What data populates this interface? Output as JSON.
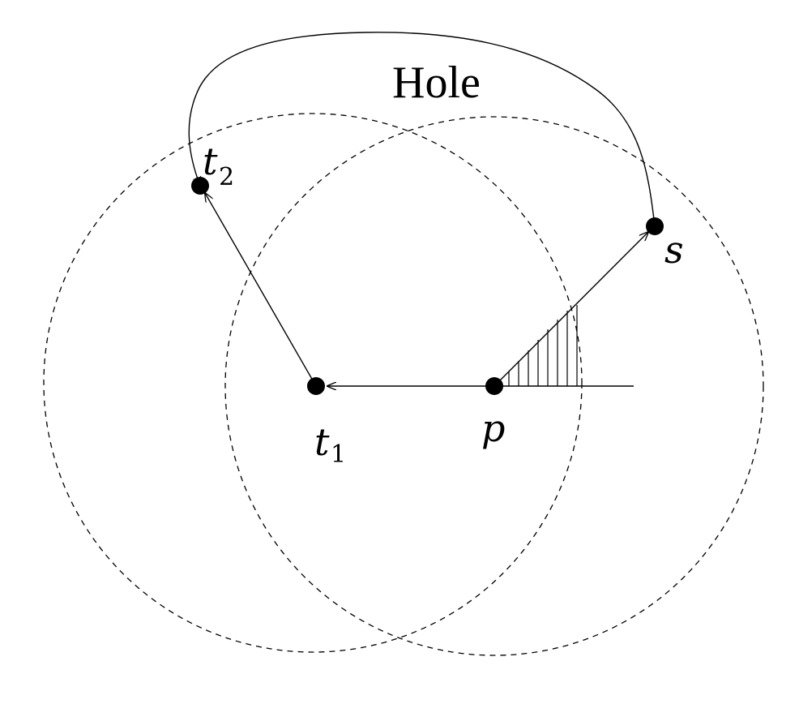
{
  "diagram": {
    "title": "Hole",
    "nodes": {
      "t1": {
        "base": "t",
        "sub": "1"
      },
      "t2": {
        "base": "t",
        "sub": "2"
      },
      "p": {
        "base": "p",
        "sub": ""
      },
      "s": {
        "base": "s",
        "sub": ""
      }
    },
    "edges": [
      {
        "from": "p",
        "to": "t1",
        "style": "arrow"
      },
      {
        "from": "t1",
        "to": "t2",
        "style": "arrow"
      },
      {
        "from": "p",
        "to": "s",
        "style": "arrow"
      },
      {
        "from": "s",
        "to": "t2",
        "style": "curve",
        "passes_label": "Hole"
      }
    ],
    "circles": [
      {
        "center": "t1",
        "style": "dashed"
      },
      {
        "center": "p",
        "style": "dashed"
      }
    ],
    "shaded_region": {
      "vertex": "p",
      "between": [
        "ray p to s",
        "horizontal ray from p"
      ],
      "fill": "hatched"
    },
    "colors": {
      "stroke": "#000000",
      "background": "#ffffff"
    }
  }
}
